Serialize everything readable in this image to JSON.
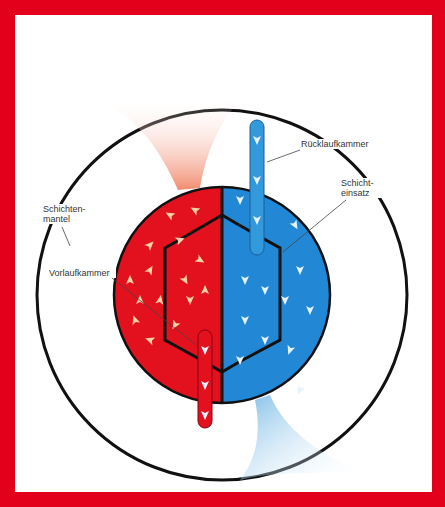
{
  "diagram": {
    "labels": [
      "Rücklaufkammer",
      "Schichten- mantel",
      "Schicht- einsatz",
      "Vorlaufkammer"
    ]
  }
}
